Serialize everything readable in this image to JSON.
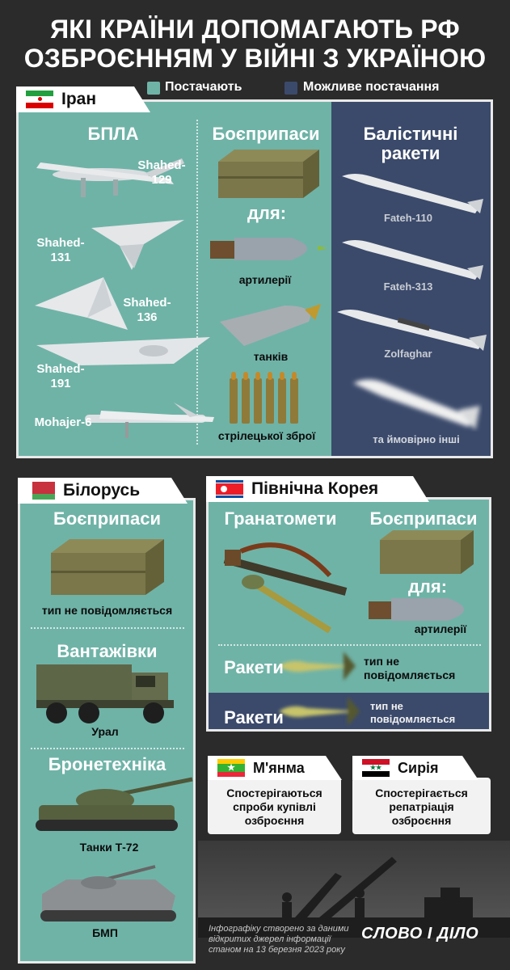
{
  "title_line1": "ЯКІ КРАЇНИ ДОПОМАГАЮТЬ РФ",
  "title_line2": "ОЗБРОЄННЯМ У ВІЙНІ З УКРАЇНОЮ",
  "legend": {
    "supplying": "Постачають",
    "possible": "Можливе постачання",
    "supplying_color": "#6fb3a7",
    "possible_color": "#3b4a6b"
  },
  "iran": {
    "country": "Іран",
    "uav": {
      "header": "БПЛА",
      "items": [
        "Shahed-\n129",
        "Shahed-\n131",
        "Shahed-\n136",
        "Shahed-\n191",
        "Mohajer-6"
      ]
    },
    "ammo": {
      "header": "Боєприпаси",
      "for": "для:",
      "artillery": "артилерії",
      "tanks": "танків",
      "small_arms": "стрілецької зброї"
    },
    "ballistic": {
      "header": "Балістичні\nракети",
      "items": [
        "Fateh-110",
        "Fateh-313",
        "Zolfaghar"
      ],
      "others": "та ймовірно інші"
    }
  },
  "belarus": {
    "country": "Білорусь",
    "ammo_header": "Боєприпаси",
    "ammo_note": "тип не повідомляється",
    "trucks_header": "Вантажівки",
    "truck": "Урал",
    "armor_header": "Бронетехніка",
    "tanks": "Танки Т-72",
    "bmp": "БМП"
  },
  "north_korea": {
    "country": "Північна Корея",
    "grenade_header": "Гранатомети",
    "ammo_header": "Боєприпаси",
    "for": "для:",
    "artillery": "артилерії",
    "rockets1": "Ракети",
    "rockets1_note": "тип не\nповідомляється",
    "rockets2": "Ракети",
    "rockets2_note": "тип не\nповідомляється"
  },
  "myanmar": {
    "country": "М'янма",
    "note": "Спостерігаються\nспроби купівлі\nозброєння"
  },
  "syria": {
    "country": "Сирія",
    "note": "Спостерігається\nрепатріація\nозброєння"
  },
  "credit": "Інфографіку створено за даними\nвідкритих джерел інформації\nстаном на 13 березня 2023 року",
  "logo": "СЛОВО І ДІЛО"
}
